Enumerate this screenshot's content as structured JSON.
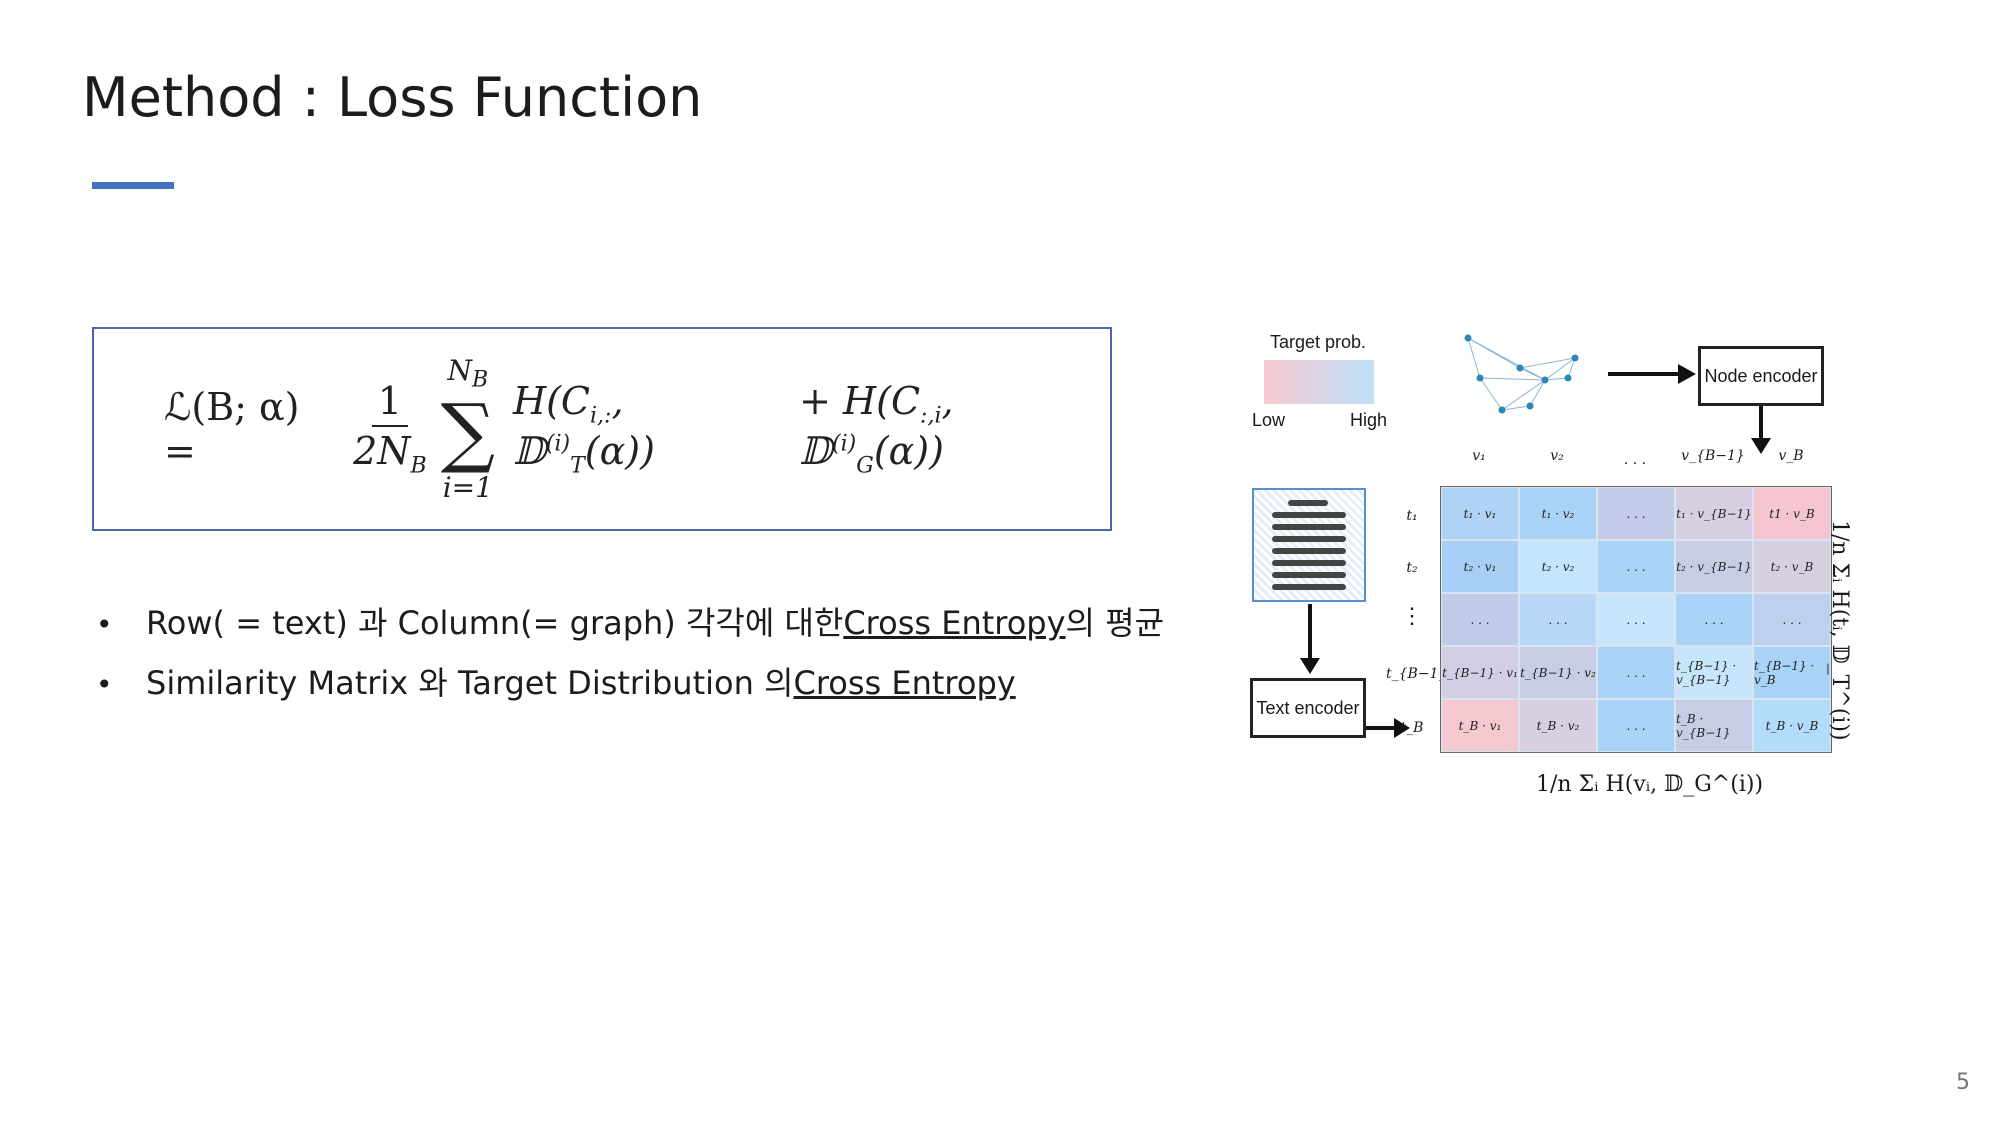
{
  "slide": {
    "title": "Method : Loss Function",
    "page_number": "5"
  },
  "formula": {
    "lhs": "ℒ(B; α) =",
    "frac_num": "1",
    "frac_den": "2N",
    "frac_den_sub": "B",
    "sum_upper": "N",
    "sum_upper_sub": "B",
    "sum_lower": "i=1",
    "term1": "H(C",
    "term1_sub": "i,:",
    "term1_mid": ", 𝔻",
    "term1_sup": "(i)",
    "term1_sub2": "T",
    "term1_end": "(α))",
    "term2": "+ H(C",
    "term2_sub": ":,i",
    "term2_mid": ", 𝔻",
    "term2_sup": "(i)",
    "term2_sub2": "G",
    "term2_end": "(α))"
  },
  "bullets": [
    {
      "pre": "Row( = text) 과 Column(= graph) 각각에 대한 ",
      "link": "Cross Entropy",
      "post": "의 평균"
    },
    {
      "pre": "Similarity Matrix 와 Target Distribution 의 ",
      "link": "Cross Entropy",
      "post": ""
    }
  ],
  "figure": {
    "legend_title": "Target prob.",
    "legend_low": "Low",
    "legend_high": "High",
    "node_encoder": "Node encoder",
    "text_encoder": "Text encoder",
    "col_heads": [
      "v₁",
      "v₂",
      ". . .",
      "v_{B−1}",
      "v_B"
    ],
    "row_heads": [
      "t₁",
      "t₂",
      "⋮",
      "t_{B−1}",
      "t_B"
    ],
    "cells": [
      [
        "t₁ · v₁",
        "t₁ · v₂",
        ". . .",
        "t₁ · v_{B−1}",
        "t1 · v_B"
      ],
      [
        "t₂ · v₁",
        "t₂ · v₂",
        ". . .",
        "t₂ · v_{B−1}",
        "t₂ · v_B"
      ],
      [
        ". . .",
        ". . .",
        ". . .",
        ". . .",
        ". . ."
      ],
      [
        "t_{B−1} · v₁",
        "t_{B−1} · v₂",
        ". . .",
        "t_{B−1} · v_{B−1}",
        "t_{B−1} · v_B"
      ],
      [
        "t_B · v₁",
        "t_B · v₂",
        ". . .",
        "t_B · v_{B−1}",
        "t_B · v_B"
      ]
    ],
    "cell_colors": [
      [
        "#aed3f5",
        "#a9d2f7",
        "#c4cbe9",
        "#d8cfe2",
        "#f5c6cf"
      ],
      [
        "#a7cff5",
        "#c4e5fb",
        "#a9d2f7",
        "#c8cde6",
        "#d7cfe2"
      ],
      [
        "#c0cbe9",
        "#b8d6f6",
        "#c7e6fb",
        "#a9d2f7",
        "#bfd0ee"
      ],
      [
        "#d3cee4",
        "#c8cde6",
        "#a9d2f7",
        "#c7e6fb",
        "#a9d2f7"
      ],
      [
        "#f5c9d0",
        "#d9cfe2",
        "#a9d2f7",
        "#c8cde6",
        "#b3dbfa"
      ]
    ],
    "bottom_eq": "1/n Σᵢ H(vᵢ, 𝔻_G^(i))",
    "right_eq": "1/n Σᵢ H(tᵢ, 𝔻_T^(i))"
  }
}
